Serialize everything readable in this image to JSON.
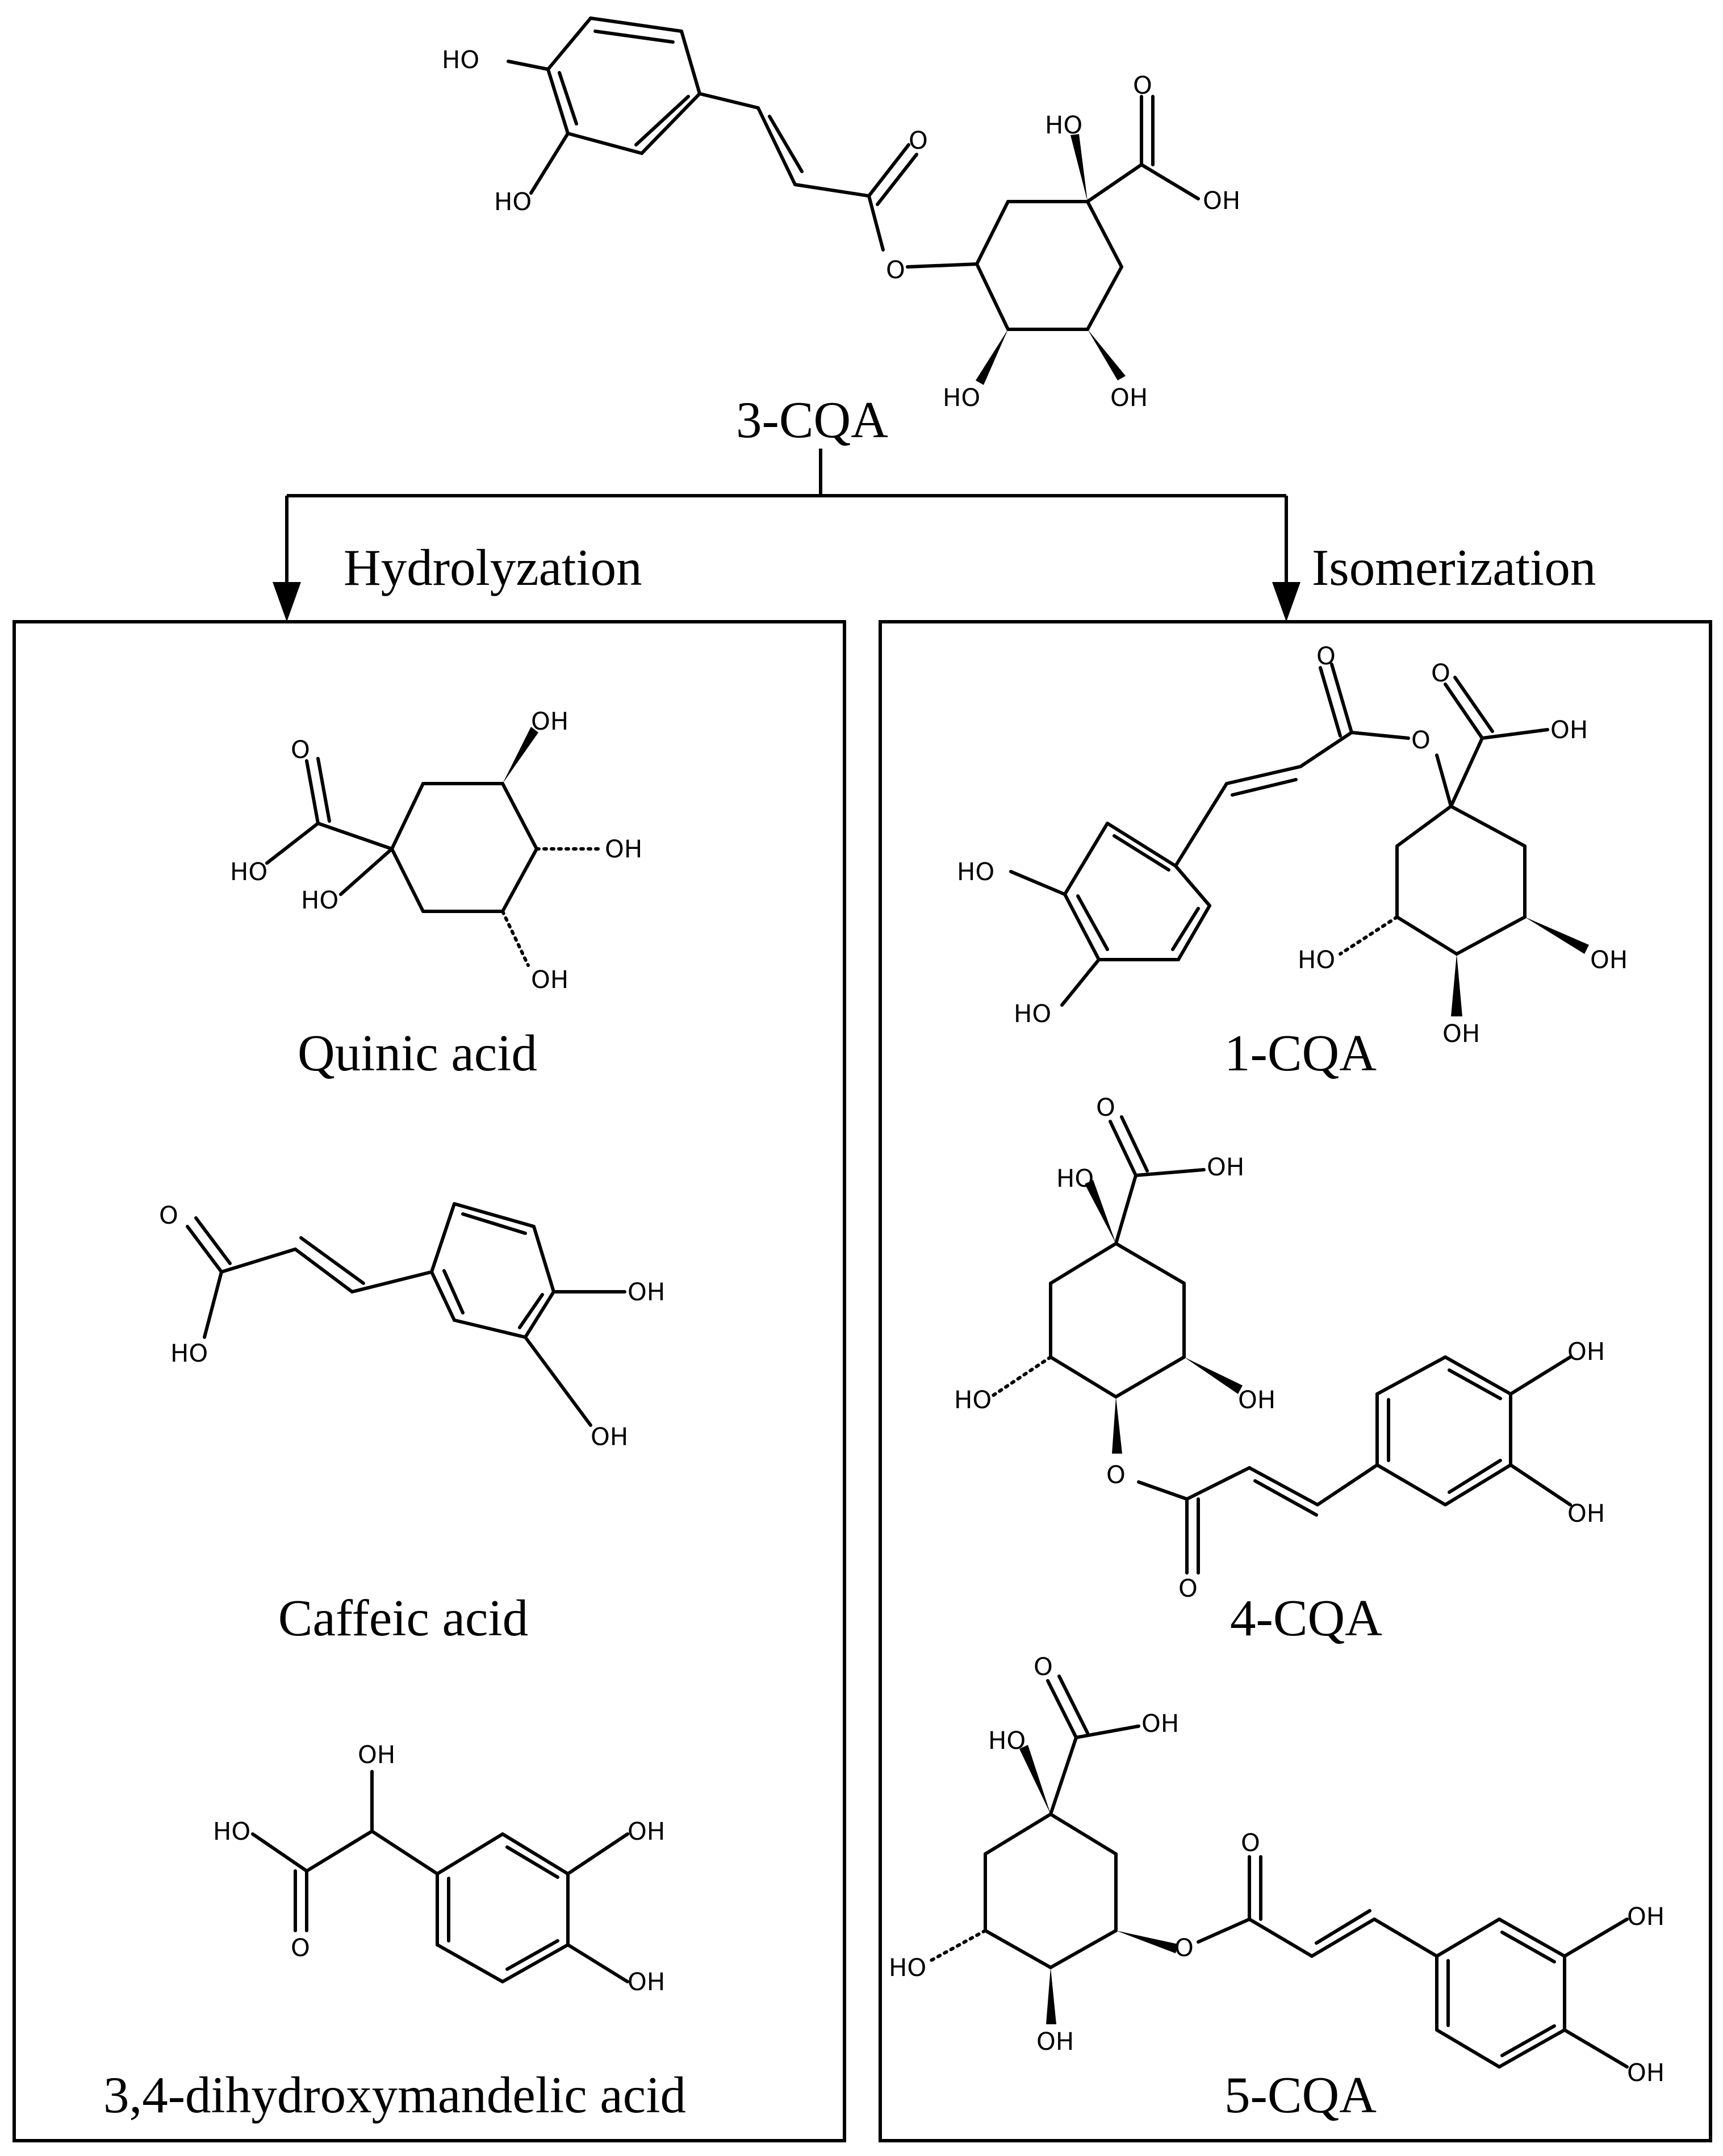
{
  "diagram": {
    "source": {
      "label": "3-CQA"
    },
    "branches": [
      {
        "label": "Hydrolyzation"
      },
      {
        "label": "Isomerization"
      }
    ],
    "left_panel": {
      "compounds": [
        {
          "name": "Quinic acid"
        },
        {
          "name": "Caffeic acid"
        },
        {
          "name": "3,4-dihydroxymandelic acid"
        }
      ]
    },
    "right_panel": {
      "compounds": [
        {
          "name": "1-CQA"
        },
        {
          "name": "4-CQA"
        },
        {
          "name": "5-CQA"
        }
      ]
    }
  },
  "atom_labels": {
    "hydroxyl": "HO",
    "hydroxyl_right": "OH",
    "oxygen": "O"
  }
}
